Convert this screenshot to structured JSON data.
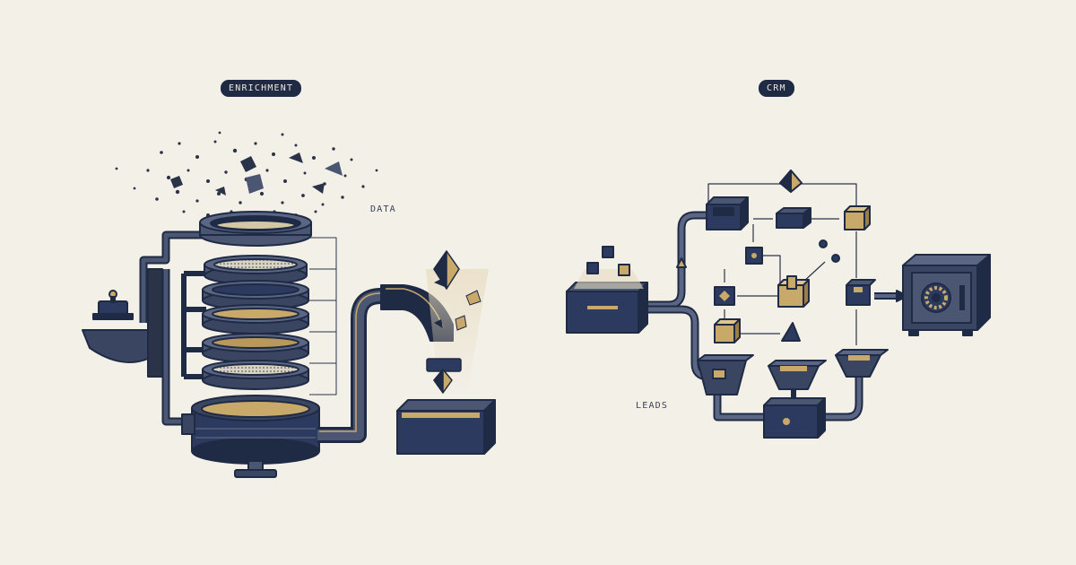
{
  "labels": {
    "enrichment": "ENRICHMENT",
    "crm": "CRM",
    "data": "DATA",
    "leads": "LEADS"
  },
  "colors": {
    "background": "#f3f0e8",
    "navy": "#1f2a44",
    "slate": "#4a5672",
    "gold": "#c9a96a",
    "line": "#2b3349"
  },
  "icons": {
    "left": "enrichment-filter-machine",
    "right": "crm-lead-routing-network",
    "vault": "safe-icon"
  }
}
